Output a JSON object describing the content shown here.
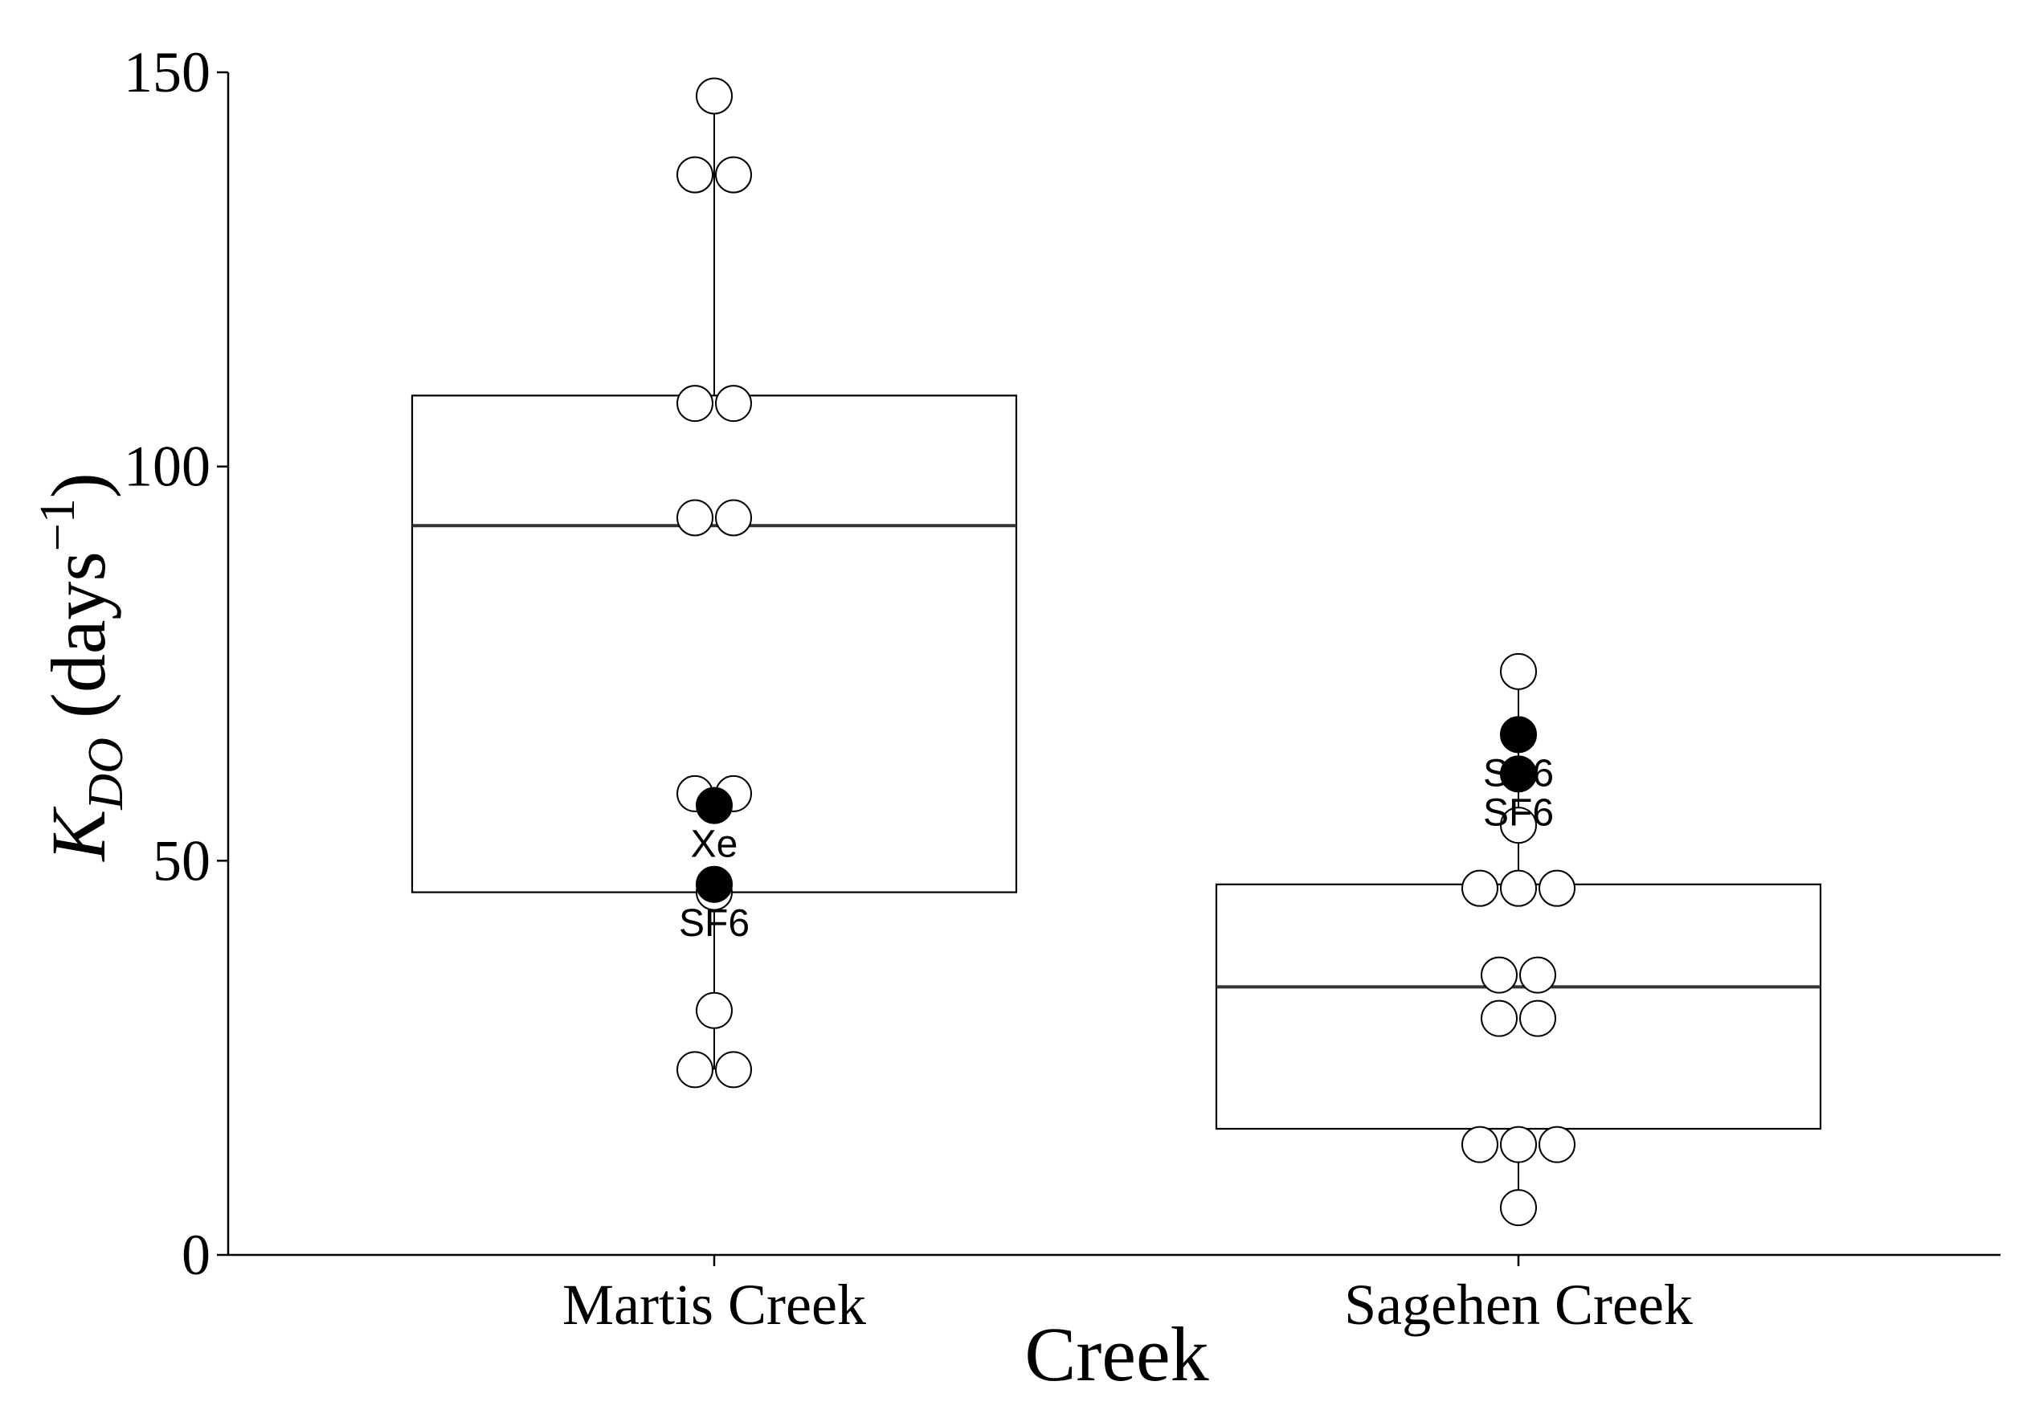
{
  "chart_data": {
    "type": "box",
    "xlabel": "Creek",
    "ylabel_main": "K",
    "ylabel_sub": "DO",
    "ylabel_rest": " (days",
    "ylabel_sup": "−1",
    "ylabel_close": ")",
    "ylim": [
      0,
      150
    ],
    "yticks": [
      0,
      50,
      100,
      150
    ],
    "yticklabels": [
      "0",
      "50",
      "100",
      "150"
    ],
    "grid": false,
    "legend": "none",
    "categories": [
      "Martis Creek",
      "Sagehen Creek"
    ],
    "boxes": [
      {
        "q1": 46,
        "median": 92.5,
        "q3": 109,
        "whisker_low": 23.5,
        "whisker_high": 147
      },
      {
        "q1": 16,
        "median": 34,
        "q3": 47,
        "whisker_low": 6,
        "whisker_high": 74
      }
    ],
    "points": [
      [
        {
          "y": 147,
          "n": 1
        },
        {
          "y": 137,
          "n": 2
        },
        {
          "y": 108,
          "n": 2
        },
        {
          "y": 93.5,
          "n": 2
        },
        {
          "y": 58.5,
          "n": 2
        },
        {
          "y": 46,
          "n": 1
        },
        {
          "y": 31,
          "n": 1
        },
        {
          "y": 23.5,
          "n": 2
        }
      ],
      [
        {
          "y": 74,
          "n": 1
        },
        {
          "y": 54.5,
          "n": 1
        },
        {
          "y": 46.5,
          "n": 3
        },
        {
          "y": 35.5,
          "n": 2
        },
        {
          "y": 30,
          "n": 2
        },
        {
          "y": 14,
          "n": 3
        },
        {
          "y": 6,
          "n": 1
        }
      ]
    ],
    "highlighted_points": [
      [
        {
          "y": 57,
          "label": "Xe"
        },
        {
          "y": 47,
          "label": "SF6"
        }
      ],
      [
        {
          "y": 66,
          "label": "SF6"
        },
        {
          "y": 61,
          "label": "SF6"
        }
      ]
    ],
    "colors": {
      "open_marker_fill": "#ffffff",
      "highlight_marker_fill": "#000000",
      "stroke": "#000000"
    }
  }
}
